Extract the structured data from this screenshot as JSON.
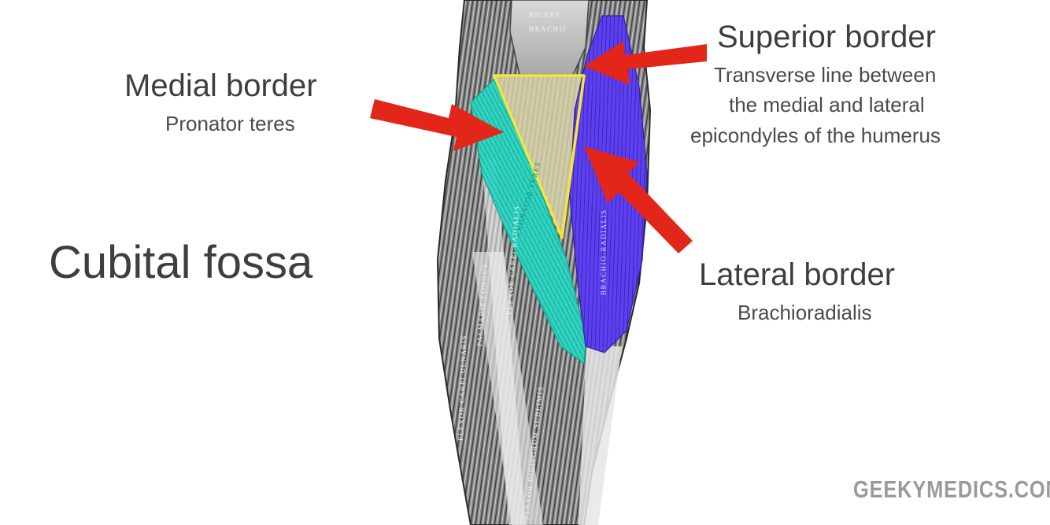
{
  "title": "Cubital fossa",
  "labels": {
    "medial": {
      "title": "Medial border",
      "sub": "Pronator teres"
    },
    "superior": {
      "title": "Superior border",
      "sub_lines": [
        "Transverse line between",
        "the medial and lateral",
        "epicondyles of the humerus"
      ]
    },
    "lateral": {
      "title": "Lateral border",
      "sub": "Brachioradialis"
    }
  },
  "muscles": {
    "biceps_top": "BICEPS",
    "biceps_bottom": "BRACHII",
    "brachioradialis": "BRACHIO-RADIALIS",
    "pronator_teres": "PRONATOR TERES",
    "flexor_carpi_radialis": "FLEXOR CARPI RADIALIS",
    "palmaris_longus": "PALMARIS LONGUS",
    "flexor_carpi_ulnaris": "FLEXOR CARPI ULNARIS",
    "flexor_digitorum_sublimis": "FLEXOR DIGITORUM SUBLIMIS"
  },
  "watermark": "GEEKYMEDICS.COM",
  "colors": {
    "arrow": "#e3261a",
    "pronator_teres": "#2ad6c2",
    "brachioradialis": "#5a3df0",
    "triangle_outline": "#f5e63a",
    "text": "#3e3e3e"
  }
}
